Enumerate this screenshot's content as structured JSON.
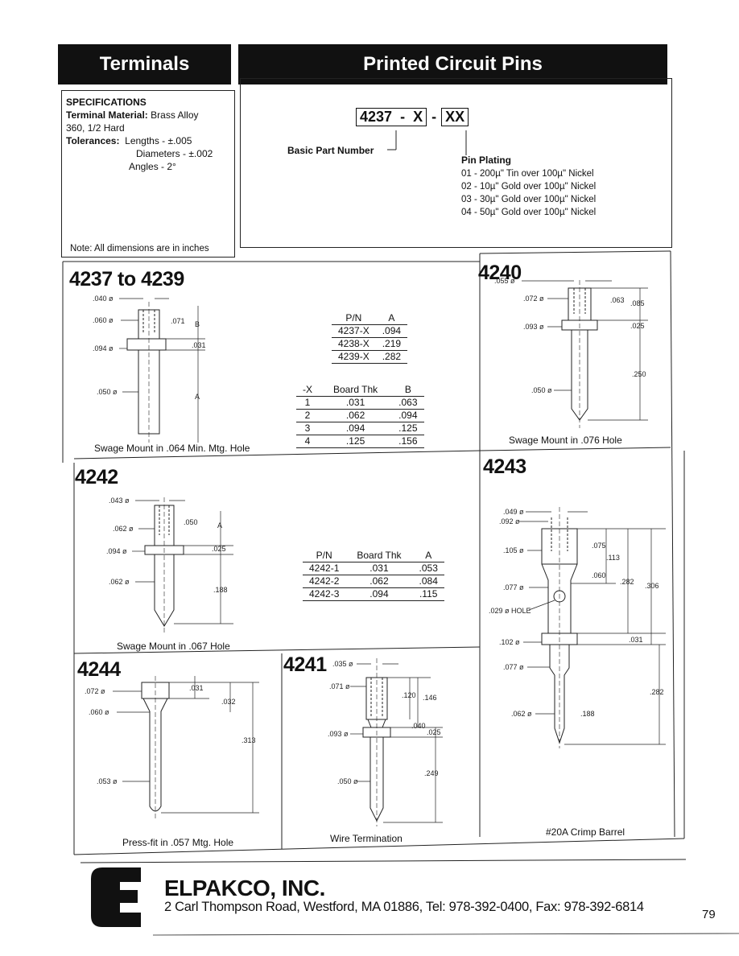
{
  "header": {
    "left_title": "Terminals",
    "right_title": "Printed Circuit Pins"
  },
  "specs": {
    "heading": "SPECIFICATIONS",
    "material_label": "Terminal Material:",
    "material_value": "Brass Alloy",
    "material_value2": "360, 1/2 Hard",
    "tolerances_label": "Tolerances:",
    "tol_lengths": "Lengths - ±.005",
    "tol_diameters": "Diameters - ±.002",
    "tol_angles": "Angles - 2°",
    "note": "Note: All dimensions are in inches"
  },
  "part_number": {
    "base": "4237",
    "dash1": "-",
    "x": "X",
    "dash2": "-",
    "xx": "XX",
    "basic_label": "Basic Part Number",
    "plating_heading": "Pin Plating",
    "plating_options": [
      "01 - 200µ\" Tin over 100µ\" Nickel",
      "02 - 10µ\" Gold over 100µ\" Nickel",
      "03 - 30µ\" Gold over 100µ\" Nickel",
      "04 - 50µ\" Gold over 100µ\" Nickel"
    ]
  },
  "p4237": {
    "title": "4237 to 4239",
    "caption": "Swage Mount in .064 Min. Mtg. Hole",
    "dims": {
      "d040": ".040 ø",
      "d060": ".060 ø",
      "d094": ".094 ø",
      "d050": ".050 ø",
      "d071": ".071",
      "d031": ".031",
      "lb": "B",
      "la": "A"
    },
    "table_a": {
      "headers": [
        "P/N",
        "A"
      ],
      "rows": [
        [
          "4237-X",
          ".094"
        ],
        [
          "4238-X",
          ".219"
        ],
        [
          "4239-X",
          ".282"
        ]
      ]
    },
    "table_b": {
      "headers": [
        "-X",
        "Board Thk",
        "B"
      ],
      "rows": [
        [
          "1",
          ".031",
          ".063"
        ],
        [
          "2",
          ".062",
          ".094"
        ],
        [
          "3",
          ".094",
          ".125"
        ],
        [
          "4",
          ".125",
          ".156"
        ]
      ]
    }
  },
  "p4240": {
    "title": "4240",
    "caption": "Swage Mount in .076 Hole",
    "dims": {
      "d055": ".055 ø",
      "d072": ".072 ø",
      "d093": ".093 ø",
      "d050": ".050 ø",
      "d063": ".063",
      "d085": ".085",
      "d025": ".025",
      "d250": ".250"
    }
  },
  "p4242": {
    "title": "4242",
    "caption": "Swage Mount in .067 Hole",
    "dims": {
      "d043": ".043 ø",
      "d062a": ".062 ø",
      "d094": ".094 ø",
      "d062b": ".062 ø",
      "d050": ".050",
      "la": "A",
      "d025": ".025",
      "d188": ".188"
    },
    "table": {
      "headers": [
        "P/N",
        "Board Thk",
        "A"
      ],
      "rows": [
        [
          "4242-1",
          ".031",
          ".053"
        ],
        [
          "4242-2",
          ".062",
          ".084"
        ],
        [
          "4242-3",
          ".094",
          ".115"
        ]
      ]
    }
  },
  "p4243": {
    "title": "4243",
    "caption": "#20A Crimp Barrel",
    "dims": {
      "d049": ".049 ø",
      "d092": ".092 ø",
      "d105": ".105 ø",
      "d077a": ".077 ø",
      "hole": ".029 ø HOLE",
      "d102": ".102 ø",
      "d077b": ".077 ø",
      "d062": ".062 ø",
      "d075": ".075",
      "d113": ".113",
      "d060": ".060",
      "d282a": ".282",
      "d306": ".306",
      "d031": ".031",
      "d282b": ".282",
      "d188": ".188"
    }
  },
  "p4244": {
    "title": "4244",
    "caption": "Press-fit in .057 Mtg. Hole",
    "dims": {
      "d072": ".072 ø",
      "d060": ".060 ø",
      "d053": ".053 ø",
      "d031": ".031",
      "d032": ".032",
      "d313": ".313"
    }
  },
  "p4241": {
    "title": "4241",
    "caption": "Wire Termination",
    "dims": {
      "d035": ".035 ø",
      "d071": ".071 ø",
      "d093": ".093 ø",
      "d050": ".050 ø",
      "d120": ".120",
      "d146": ".146",
      "d040": ".040",
      "d025": ".025",
      "d249": ".249"
    }
  },
  "footer": {
    "company": "ELPAKCO, INC.",
    "address": "2 Carl Thompson Road, Westford, MA 01886, Tel: 978-392-0400, Fax: 978-392-6814",
    "page_number": "79"
  }
}
